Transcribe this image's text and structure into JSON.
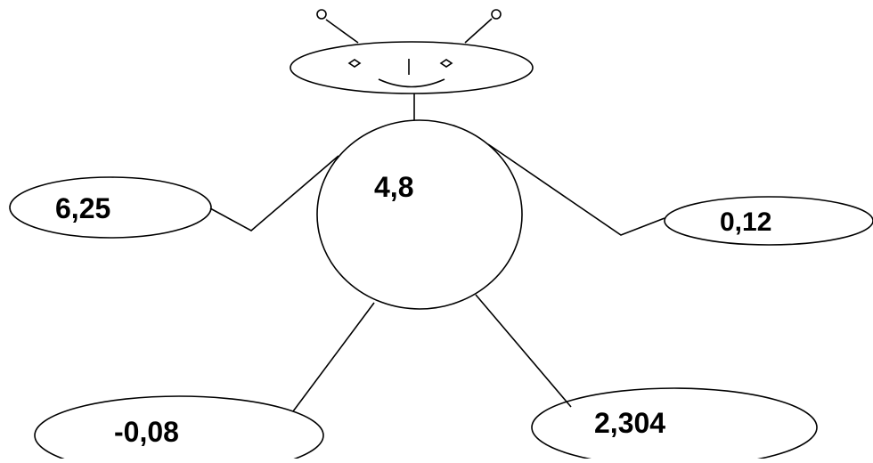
{
  "figure": {
    "stroke_color": "#000000",
    "fill_color": "#ffffff",
    "top_caption": "",
    "body_value": "4,8",
    "left_hand_value": "6,25",
    "right_hand_value": "0,12",
    "left_foot_value": "-0,08",
    "right_foot_value": "2,304"
  }
}
